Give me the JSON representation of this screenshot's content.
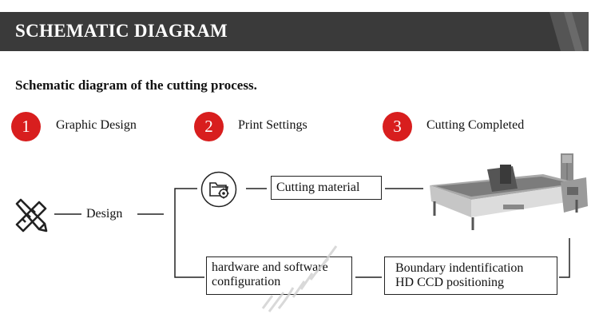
{
  "header": {
    "title": "SCHEMATIC DIAGRAM"
  },
  "subtitle": "Schematic diagram of the cutting process.",
  "steps": [
    {
      "number": "1",
      "label": "Graphic Design"
    },
    {
      "number": "2",
      "label": "Print Settings"
    },
    {
      "number": "3",
      "label": "Cutting Completed"
    }
  ],
  "flow": {
    "design_label": "Design",
    "cutting_material": "Cutting material",
    "hardware_line1": "hardware and software",
    "hardware_line2": "configuration",
    "boundary_line1": "Boundary indentification",
    "boundary_line2": "HD CCD positioning",
    "icons": [
      "design-tools-icon",
      "folder-gear-icon",
      "cutting-machine-icon"
    ]
  },
  "colors": {
    "banner": "#3a3a3a",
    "accent": "#d81e1e"
  }
}
